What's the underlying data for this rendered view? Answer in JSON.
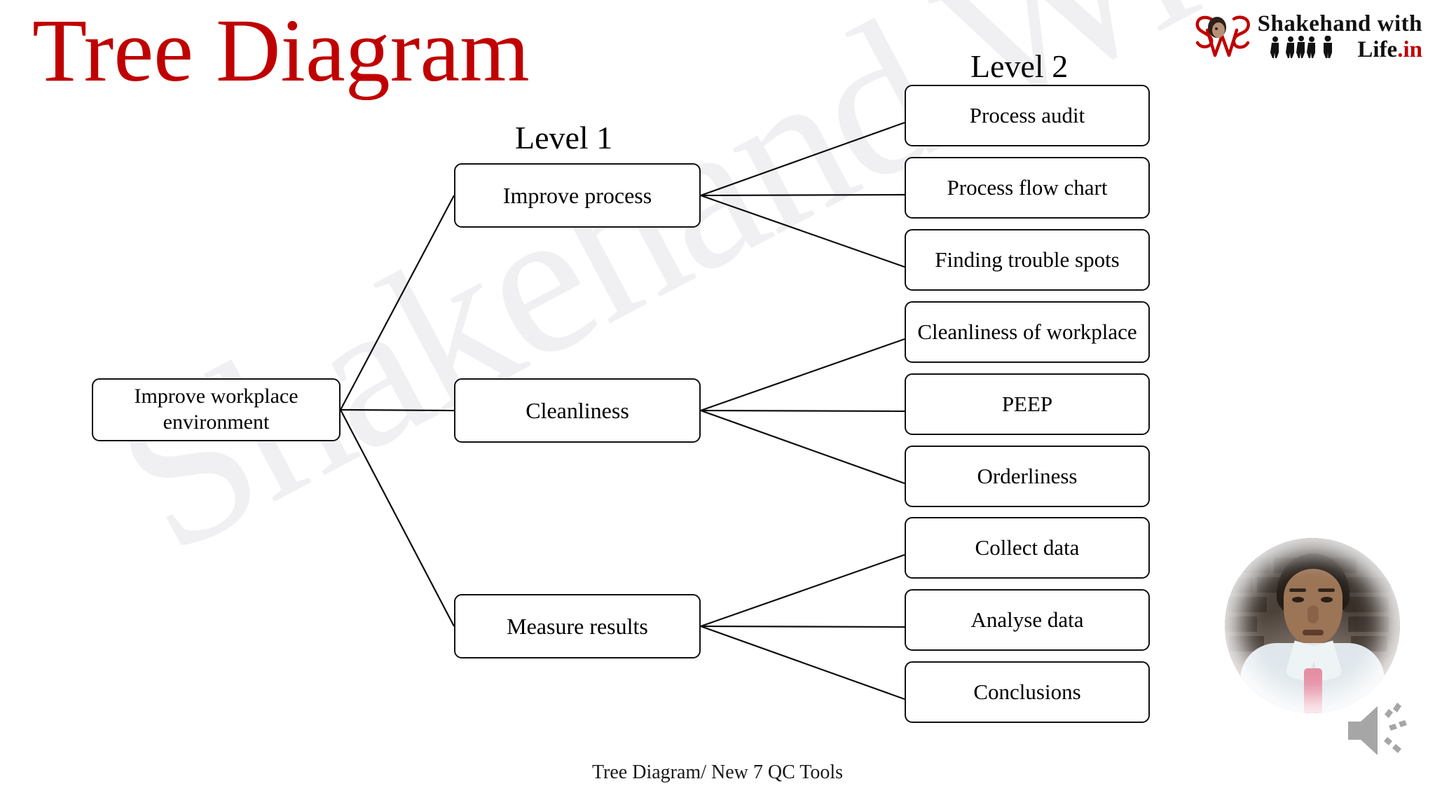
{
  "slide": {
    "title": "Tree Diagram",
    "title_color": "#c00000",
    "footer": "Tree Diagram/ New 7 QC Tools",
    "watermark": "Shakehand With Life"
  },
  "logo": {
    "monogram": "SWL",
    "line1": "Shakehand with",
    "life": "Life",
    "domain": ".in",
    "accent_color": "#c00000"
  },
  "headings": {
    "level1": "Level 1",
    "level2": "Level 2"
  },
  "tree": {
    "root": "Improve workplace\nenvironment",
    "root_line1": "Improve workplace",
    "root_line2": "environment",
    "level1": [
      {
        "label": "Improve process"
      },
      {
        "label": "Cleanliness"
      },
      {
        "label": "Measure results"
      }
    ],
    "level2": [
      {
        "label": "Process audit"
      },
      {
        "label": "Process flow chart"
      },
      {
        "label": "Finding trouble spots"
      },
      {
        "label": "Cleanliness of workplace"
      },
      {
        "label": "PEEP"
      },
      {
        "label": "Orderliness"
      },
      {
        "label": "Collect data"
      },
      {
        "label": "Analyse data"
      },
      {
        "label": "Conclusions"
      }
    ]
  },
  "media": {
    "webcam_label": "presenter-webcam",
    "speaker_label": "speaker-icon"
  },
  "chart_data": {
    "type": "tree",
    "title": "Tree Diagram",
    "root": "Improve workplace environment",
    "levels": [
      "Level 1",
      "Level 2"
    ],
    "branches": [
      {
        "level1": "Improve process",
        "level2": [
          "Process audit",
          "Process flow chart",
          "Finding trouble spots"
        ]
      },
      {
        "level1": "Cleanliness",
        "level2": [
          "Cleanliness of workplace",
          "PEEP",
          "Orderliness"
        ]
      },
      {
        "level1": "Measure results",
        "level2": [
          "Collect data",
          "Analyse data",
          "Conclusions"
        ]
      }
    ]
  }
}
